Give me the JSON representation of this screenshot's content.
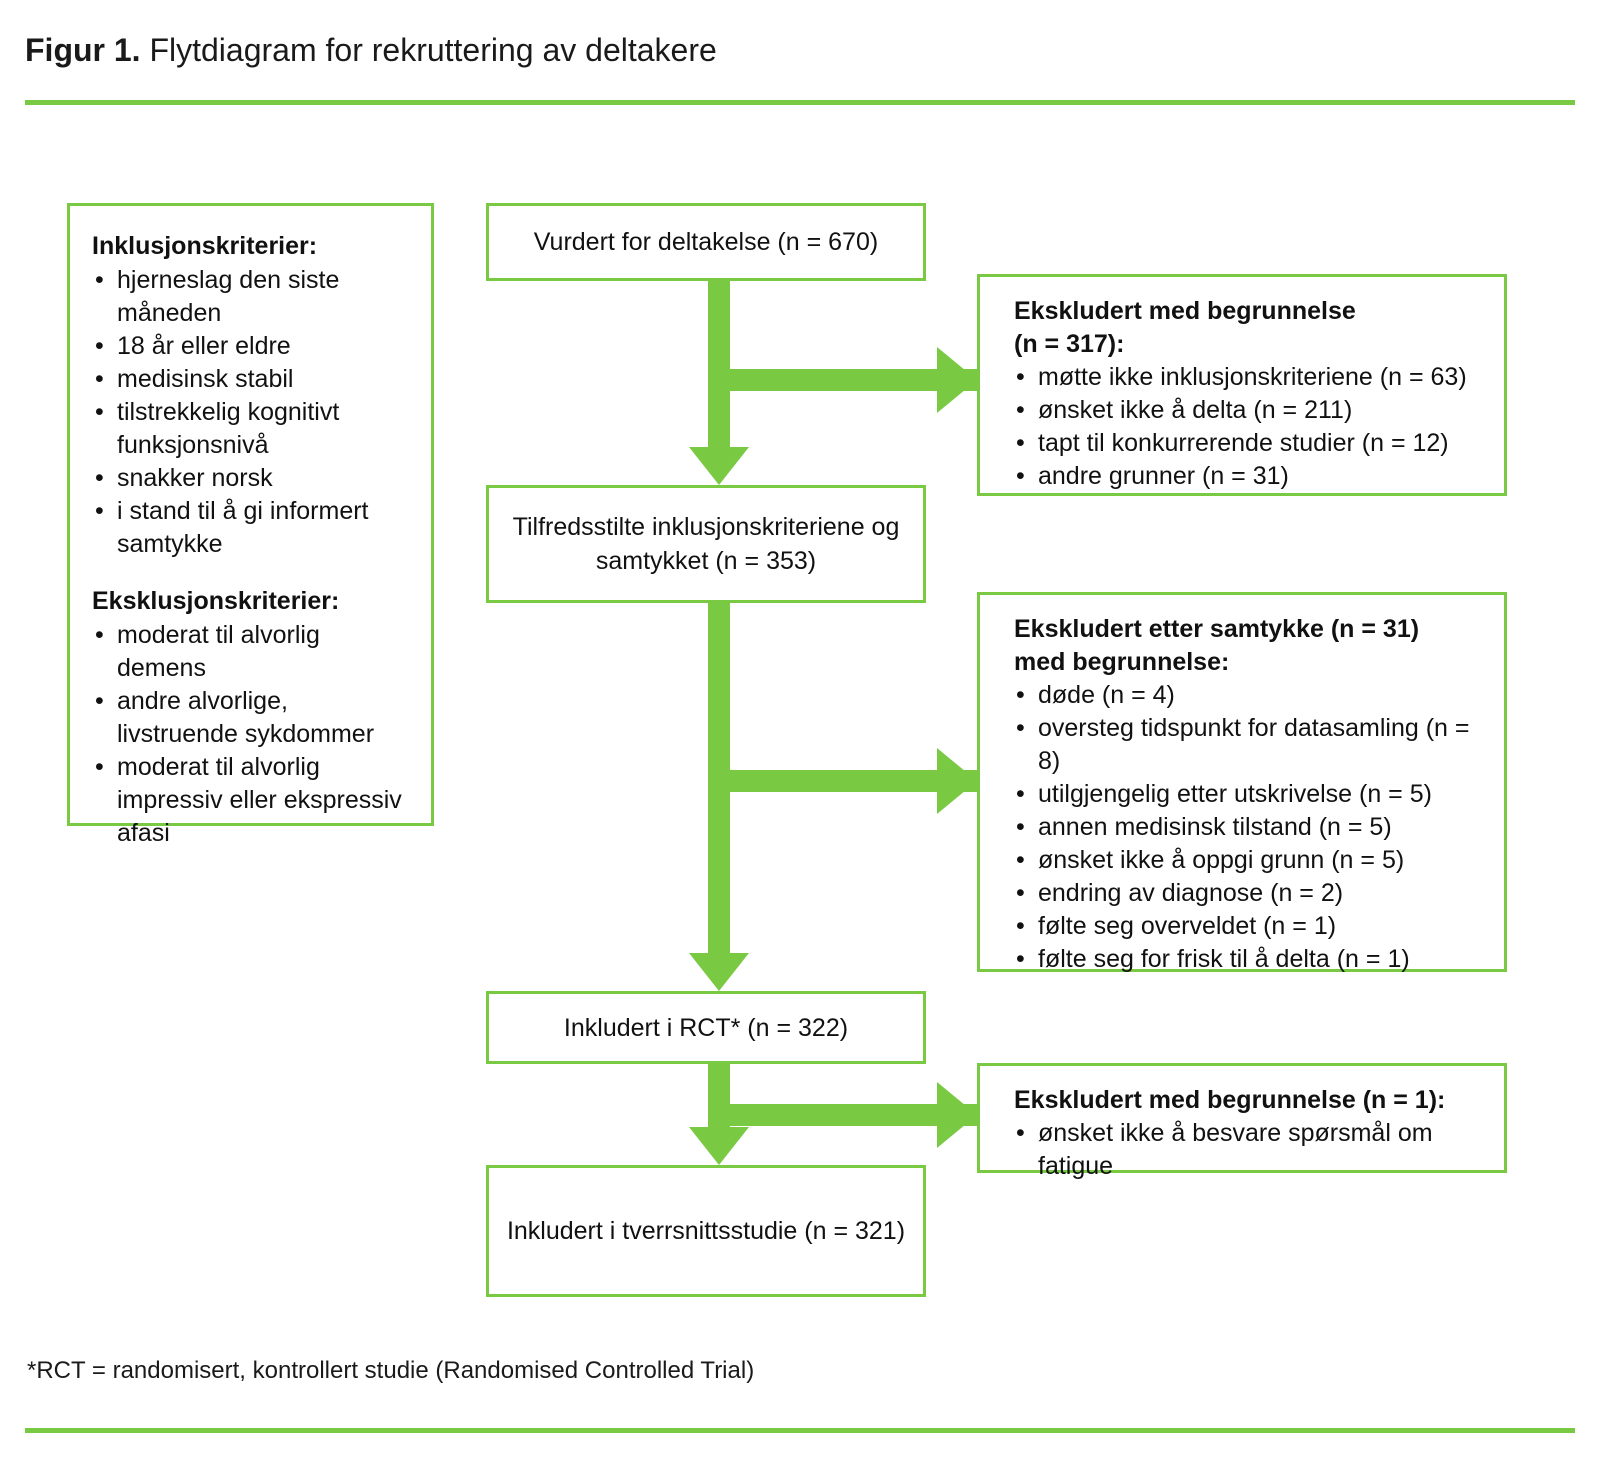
{
  "figure": {
    "label": "Figur 1.",
    "title": "Flytdiagram for rekruttering av deltakere",
    "footnote": "*RCT = randomisert, kontrollert studie (Randomised Controlled Trial)",
    "accent_color": "#7AC943",
    "text_color": "#111111",
    "background_color": "#FFFFFF"
  },
  "criteria_panel": {
    "inclusion": {
      "heading": "Inklusjonskriterier:",
      "items": [
        "hjerneslag den siste måneden",
        "18 år eller eldre",
        "medisinsk stabil",
        "tilstrekkelig kognitivt funksjonsnivå",
        "snakker norsk",
        "i stand til å gi informert samtykke"
      ]
    },
    "exclusion": {
      "heading": "Eksklusjonskriterier:",
      "items": [
        "moderat til alvorlig demens",
        "andre alvorlige, livstruende sykdommer",
        "moderat til alvorlig impressiv eller ekspressiv afasi"
      ]
    }
  },
  "flow": {
    "assessed": "Vurdert for deltakelse (n = 670)",
    "consented": "Tilfredsstilte inklusjonskriteriene og samtykket (n = 353)",
    "rct": "Inkludert i RCT* (n = 322)",
    "cross_sectional": "Inkludert i tverrsnittsstudie (n = 321)"
  },
  "excluded_1": {
    "heading_line1": "Ekskludert med begrunnelse",
    "heading_line2": "(n = 317):",
    "items": [
      "møtte ikke inklusjonskriteriene (n = 63)",
      "ønsket ikke å delta (n = 211)",
      "tapt til konkurrerende studier (n = 12)",
      "andre grunner (n = 31)"
    ]
  },
  "excluded_2": {
    "heading_line1": "Ekskludert etter samtykke (n = 31)",
    "heading_line2": "med begrunnelse:",
    "items": [
      "døde (n = 4)",
      "oversteg tidspunkt for datasamling (n = 8)",
      "utilgjengelig etter utskrivelse (n = 5)",
      "annen medisinsk tilstand (n = 5)",
      "ønsket ikke å oppgi grunn (n = 5)",
      "endring av diagnose (n = 2)",
      "følte seg overveldet (n = 1)",
      "følte seg for frisk til å delta (n = 1)"
    ]
  },
  "excluded_3": {
    "heading_line1": "Ekskludert med begrunnelse (n = 1):",
    "items": [
      "ønsket ikke å besvare spørsmål om fatigue"
    ]
  },
  "chart_data": {
    "type": "diagram",
    "title": "Flytdiagram for rekruttering av deltakere",
    "nodes": [
      {
        "id": "assessed",
        "label": "Vurdert for deltakelse",
        "n": 670
      },
      {
        "id": "consented",
        "label": "Tilfredsstilte inklusjonskriteriene og samtykket",
        "n": 353
      },
      {
        "id": "rct",
        "label": "Inkludert i RCT*",
        "n": 322
      },
      {
        "id": "cross",
        "label": "Inkludert i tverrsnittsstudie",
        "n": 321
      },
      {
        "id": "excl1",
        "label": "Ekskludert med begrunnelse",
        "n": 317
      },
      {
        "id": "excl2",
        "label": "Ekskludert etter samtykke med begrunnelse",
        "n": 31
      },
      {
        "id": "excl3",
        "label": "Ekskludert med begrunnelse",
        "n": 1
      }
    ],
    "edges": [
      {
        "from": "assessed",
        "to": "excl1"
      },
      {
        "from": "assessed",
        "to": "consented"
      },
      {
        "from": "consented",
        "to": "excl2"
      },
      {
        "from": "consented",
        "to": "rct"
      },
      {
        "from": "rct",
        "to": "excl3"
      },
      {
        "from": "rct",
        "to": "cross"
      }
    ]
  }
}
